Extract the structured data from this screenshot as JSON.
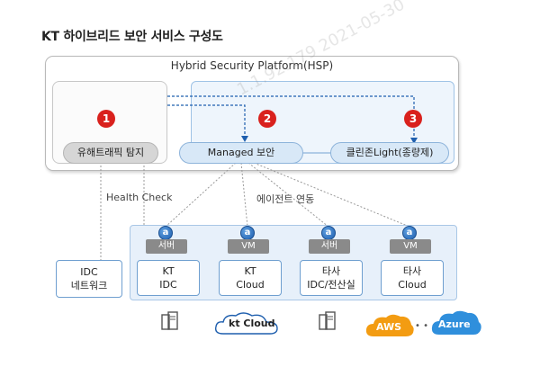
{
  "title": "KT 하이브리드 보안 서비스 구성도",
  "platform": {
    "name": "Hybrid Security Platform(HSP)",
    "components": [
      {
        "number": "1",
        "label": "유해트래픽 탐지"
      },
      {
        "number": "2",
        "label": "Managed 보안"
      },
      {
        "number": "3",
        "label": "클린존Light(종량제)"
      }
    ]
  },
  "links": {
    "health_check": "Health Check",
    "agent_link": "에이전트 연동"
  },
  "agent_icon": "a",
  "infrastructure": [
    {
      "tag": "서버",
      "line1": "KT",
      "line2": "IDC"
    },
    {
      "tag": "VM",
      "line1": "KT",
      "line2": "Cloud"
    },
    {
      "tag": "서버",
      "line1": "타사",
      "line2": "IDC/전산실"
    },
    {
      "tag": "VM",
      "line1": "타사",
      "line2": "Cloud"
    }
  ],
  "idc_network": {
    "line1": "IDC",
    "line2": "네트워크"
  },
  "logos": {
    "kt_cloud": "kt Cloud",
    "aws": "AWS",
    "azure": "Azure",
    "separator": "• • •"
  },
  "watermark": "1.1.92.179   2021-05-30",
  "colors": {
    "badge": "#d9211d",
    "accent_blue": "#1f5fae",
    "dash_line": "#1f5fae"
  }
}
